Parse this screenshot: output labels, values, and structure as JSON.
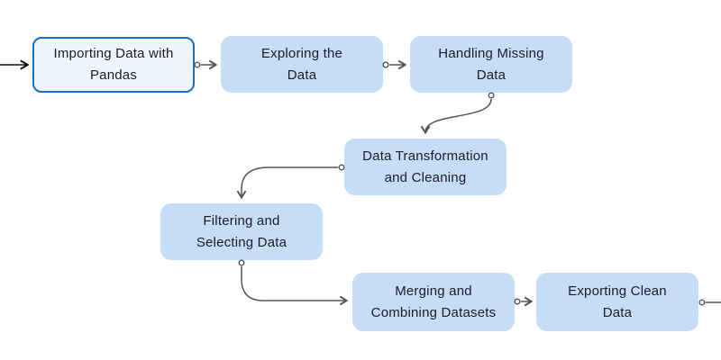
{
  "diagram": {
    "type": "flowchart",
    "direction": "left-to-right",
    "colors": {
      "background": "#ffffff",
      "node_fill": "#c6ddf7",
      "highlight_node_fill": "#eef5fd",
      "highlight_node_border": "#1570c9",
      "edge_color": "#545454",
      "entry_edge_color": "#111111",
      "text_color": "#1c1c28"
    },
    "nodes": [
      {
        "id": "importing",
        "label": "Importing Data with\nPandas",
        "highlighted": true
      },
      {
        "id": "exploring",
        "label": "Exploring the\nData",
        "highlighted": false
      },
      {
        "id": "missing",
        "label": "Handling Missing\nData",
        "highlighted": false
      },
      {
        "id": "transform",
        "label": "Data Transformation\nand Cleaning",
        "highlighted": false
      },
      {
        "id": "filtering",
        "label": "Filtering and\nSelecting Data",
        "highlighted": false
      },
      {
        "id": "merging",
        "label": "Merging and\nCombining Datasets",
        "highlighted": false
      },
      {
        "id": "exporting",
        "label": "Exporting Clean\nData",
        "highlighted": false
      }
    ],
    "edges": [
      {
        "from": "offscreen-left",
        "to": "importing"
      },
      {
        "from": "importing",
        "to": "exploring"
      },
      {
        "from": "exploring",
        "to": "missing"
      },
      {
        "from": "missing",
        "to": "transform"
      },
      {
        "from": "transform",
        "to": "filtering"
      },
      {
        "from": "filtering",
        "to": "merging"
      },
      {
        "from": "merging",
        "to": "exporting"
      },
      {
        "from": "exporting",
        "to": "offscreen-right"
      }
    ]
  }
}
